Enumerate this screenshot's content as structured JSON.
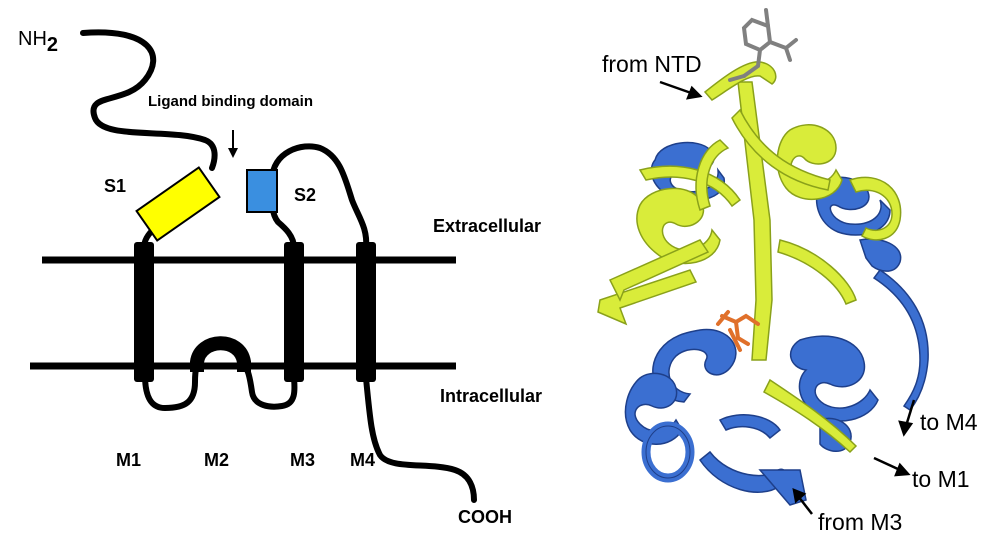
{
  "topology": {
    "n_terminus": "NH",
    "n_terminus_sub": "2",
    "c_terminus": "COOH",
    "ligand_label": "Ligand binding domain",
    "s1_label": "S1",
    "s2_label": "S2",
    "extracellular_label": "Extracellular",
    "intracellular_label": "Intracellular",
    "segments": [
      "M1",
      "M2",
      "M3",
      "M4"
    ],
    "colors": {
      "line": "#000000",
      "s1": "#ffff00",
      "s2": "#3a8fe0"
    }
  },
  "structure": {
    "labels": {
      "from_ntd": "from NTD",
      "to_m4": "to M4",
      "to_m1": "to M1",
      "from_m3": "from M3"
    },
    "colors": {
      "lobe1": "#d9ec3a",
      "lobe2": "#3b6fd1",
      "ligand": "#e0702a",
      "sugar": "#808080"
    }
  }
}
